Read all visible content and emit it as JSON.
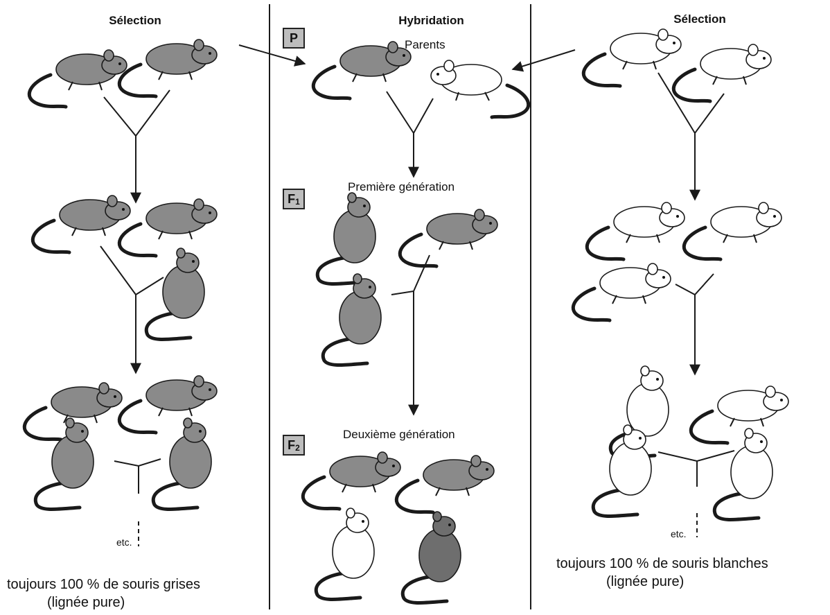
{
  "colors": {
    "grey_mouse": "#8a8a8a",
    "dark_mouse": "#6e6e6e",
    "white_mouse": "#ffffff",
    "outline": "#1a1a1a",
    "gen_box": "#bdbdbd"
  },
  "icons": [
    "grey-mouse-icon",
    "white-mouse-icon",
    "arrow-icon",
    "y-junction-icon"
  ],
  "left": {
    "title": "Sélection",
    "etc": "etc.",
    "footer_line1": "toujours 100 % de souris grises",
    "footer_line2": "(lignée pure)"
  },
  "middle": {
    "title": "Hybridation",
    "gen_p": "P",
    "parents": "Parents",
    "gen_f1": "F",
    "gen_f1_sub": "1",
    "first_gen": "Première génération",
    "gen_f2": "F",
    "gen_f2_sub": "2",
    "second_gen": "Deuxième génération"
  },
  "right": {
    "title": "Sélection",
    "etc": "etc.",
    "footer_line1": "toujours 100 % de souris blanches",
    "footer_line2": "(lignée pure)"
  }
}
